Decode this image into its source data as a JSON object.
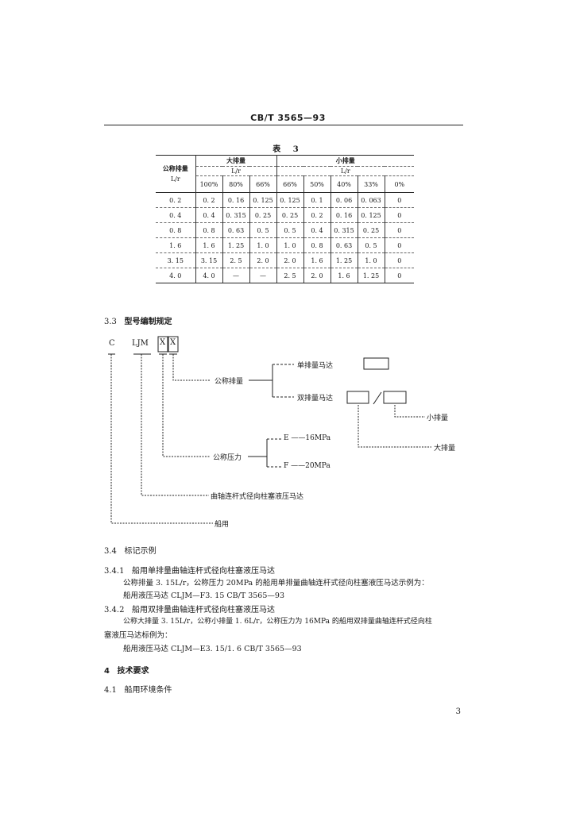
{
  "header": {
    "code": "CB/T 3565—93"
  },
  "table": {
    "caption": "表 3",
    "col_nominal": "公称排量",
    "col_nominal_unit": "L/r",
    "group_large": "大排量",
    "group_large_unit": "L/r",
    "group_small": "小排量",
    "group_small_unit": "L/r",
    "pct_large": [
      "100%",
      "80%",
      "66%"
    ],
    "pct_small": [
      "66%",
      "50%",
      "40%",
      "33%",
      "0%"
    ],
    "rows": [
      [
        "0. 2",
        "0. 2",
        "0. 16",
        "0. 125",
        "0. 125",
        "0. 1",
        "0. 06",
        "0. 063",
        "0"
      ],
      [
        "0. 4",
        "0. 4",
        "0. 315",
        "0. 25",
        "0. 25",
        "0. 2",
        "0. 16",
        "0. 125",
        "0"
      ],
      [
        "0. 8",
        "0. 8",
        "0. 63",
        "0. 5",
        "0. 5",
        "0. 4",
        "0. 315",
        "0. 25",
        "0"
      ],
      [
        "1. 6",
        "1. 6",
        "1. 25",
        "1. 0",
        "1. 0",
        "0. 8",
        "0. 63",
        "0. 5",
        "0"
      ],
      [
        "3. 15",
        "3. 15",
        "2. 5",
        "2. 0",
        "2. 0",
        "1. 6",
        "1. 25",
        "1. 0",
        "0"
      ],
      [
        "4. 0",
        "4. 0",
        "—",
        "—",
        "2. 5",
        "2. 0",
        "1. 6",
        "1. 25",
        "0"
      ]
    ]
  },
  "section_3_3": {
    "num": "3.3",
    "title": "型号编制规定"
  },
  "diagram": {
    "c": "C",
    "ljm": "LJM",
    "box_mark": "X",
    "nominal_disp": "公称排量",
    "single_motor": "单排量马达",
    "dual_motor": "双排量马达",
    "small_disp": "小排量",
    "large_disp": "大排量",
    "nominal_pressure": "公称压力",
    "e_opt": "E ——16MPa",
    "f_opt": "F ——20MPa",
    "crank_desc": "曲轴连杆式径向柱塞液压马达",
    "marine": "船用"
  },
  "section_3_4": {
    "num": "3.4",
    "title": "标记示例"
  },
  "section_3_4_1": {
    "num": "3.4.1",
    "title": "船用单排量曲轴连杆式径向柱塞液压马达",
    "line1": "公称排量 3. 15L/r，公称压力 20MPa 的船用单排量曲轴连杆式径向柱塞液压马达示例为：",
    "line2": "船用液压马达 CLJM—F3. 15    CB/T 3565—93"
  },
  "section_3_4_2": {
    "num": "3.4.2",
    "title": "船用双排量曲轴连杆式径向柱塞液压马达",
    "line1": "公称大排量 3. 15L/r，公称小排量 1. 6L/r，公称压力为 16MPa 的船用双排量曲轴连杆式径向柱",
    "line2": "塞液压马达标例为：",
    "line3": "船用液压马达 CLJM—E3. 15/1. 6  CB/T 3565—93"
  },
  "section_4": {
    "num": "4",
    "title": "技术要求"
  },
  "section_4_1": {
    "num": "4.1",
    "title": "船用环境条件"
  },
  "page_number": "3"
}
